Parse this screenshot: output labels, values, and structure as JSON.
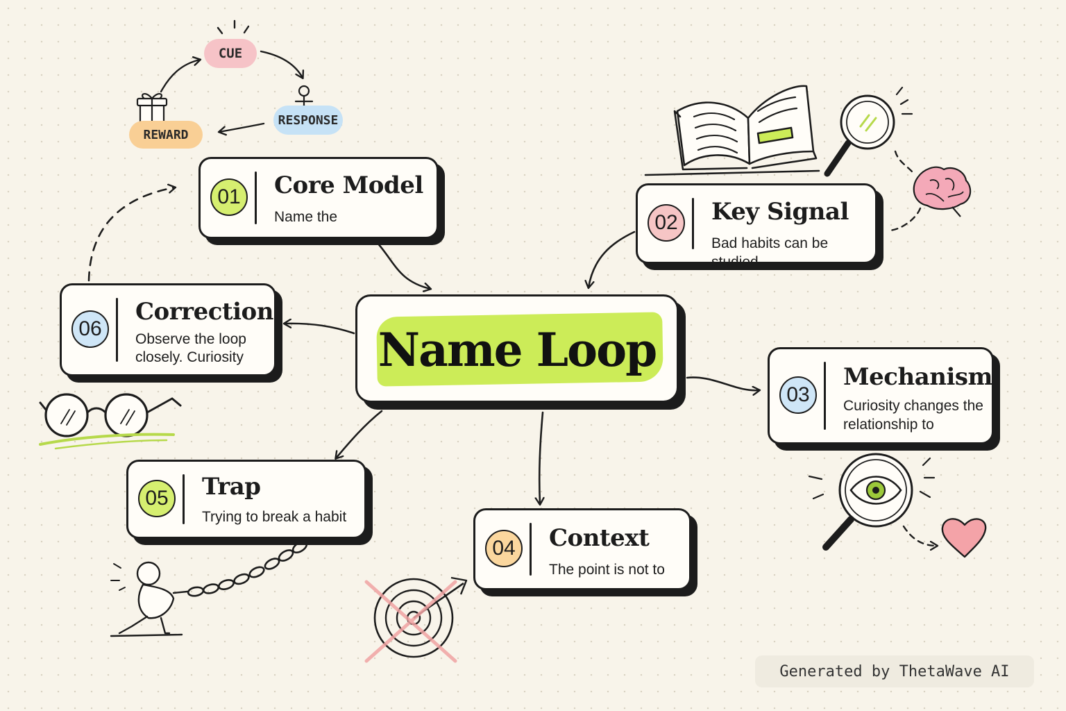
{
  "central": {
    "title": "Name Loop"
  },
  "loop": {
    "cue": "CUE",
    "response": "RESPONSE",
    "reward": "REWARD"
  },
  "nodes": [
    {
      "num": "01",
      "title": "Core Model",
      "desc": [
        "Name the"
      ]
    },
    {
      "num": "02",
      "title": "Key Signal",
      "desc": [
        "Bad habits can be studied"
      ]
    },
    {
      "num": "03",
      "title": "Mechanism",
      "desc": [
        "Curiosity changes the",
        "relationship to"
      ]
    },
    {
      "num": "04",
      "title": "Context",
      "desc": [
        "The point is not to"
      ]
    },
    {
      "num": "05",
      "title": "Trap",
      "desc": [
        "Trying to break a habit"
      ]
    },
    {
      "num": "06",
      "title": "Correction",
      "desc": [
        "Observe the loop",
        "closely. Curiosity"
      ]
    }
  ],
  "footer": "Generated by ThetaWave AI",
  "colors": {
    "ink": "#1c1c1c",
    "accent_green": "#ccec58",
    "badge_yellow": "#d6ef70",
    "badge_pink": "#f6c5c5",
    "badge_blue": "#cfe6f7",
    "badge_orange": "#fbd79e"
  },
  "icons": [
    "gift-icon",
    "person-icon",
    "open-book-icon",
    "magnifier-icon",
    "brain-icon",
    "eyeglasses-icon",
    "eye-magnifier-icon",
    "heart-icon",
    "target-icon",
    "chain-person-icon"
  ]
}
